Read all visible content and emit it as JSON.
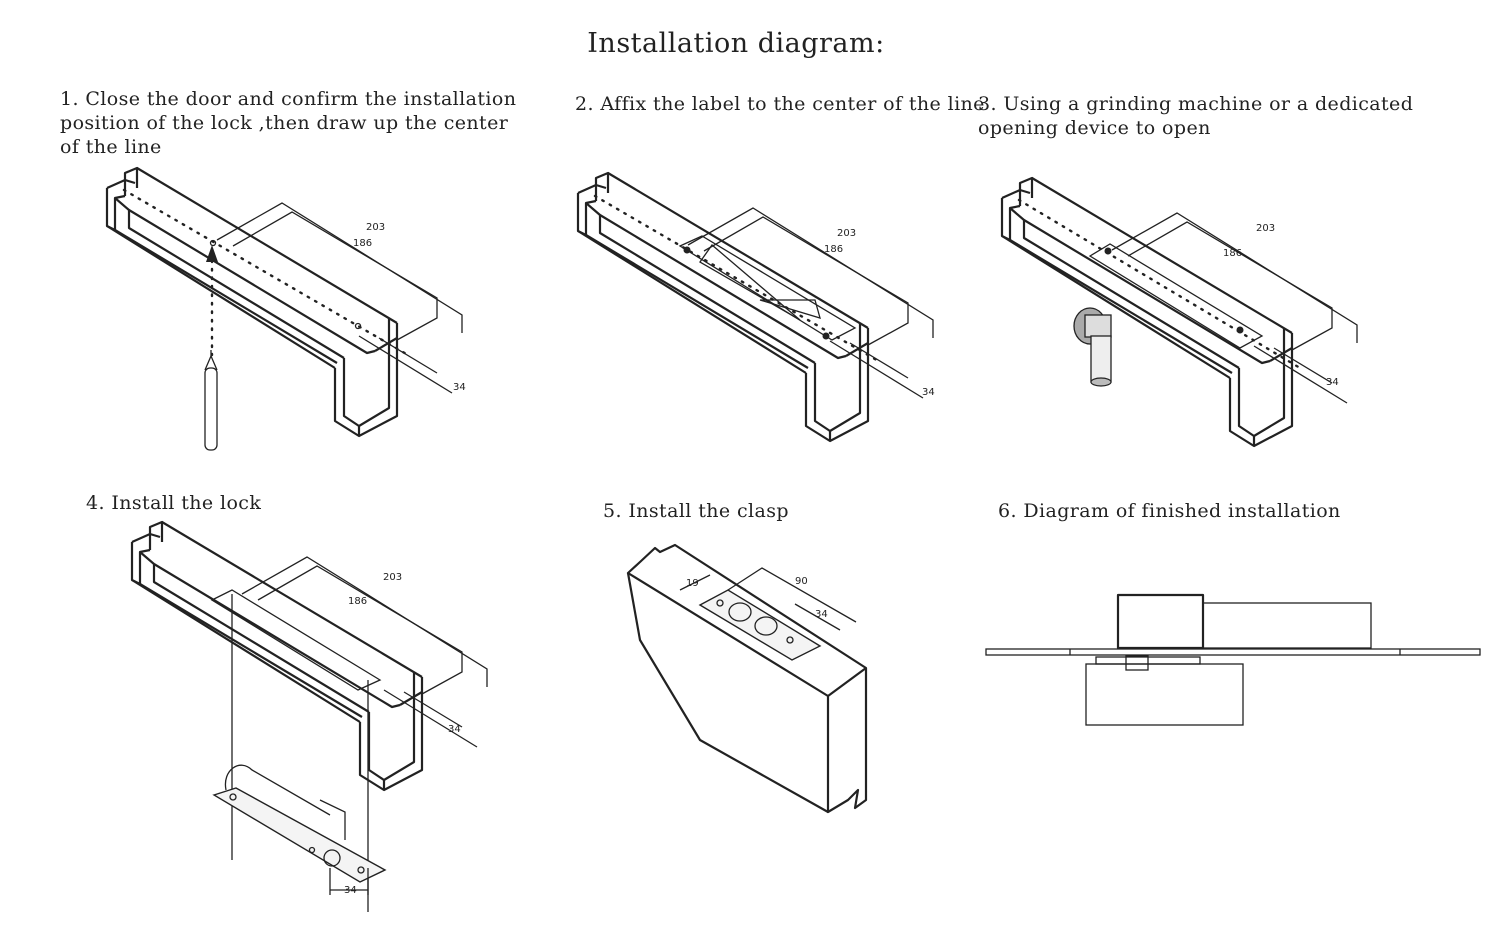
{
  "title": "Installation diagram:",
  "steps": [
    {
      "label": "1. Close the door and confirm  the installation\n   position of the lock ,then draw up the  center\n   of the line"
    },
    {
      "label": "2. Affix the label to the center of the line"
    },
    {
      "label": "3. Using a  grinding machine or a dedicated\n     opening device to open"
    },
    {
      "label": "4. Install the lock"
    },
    {
      "label": "5. Install  the clasp"
    },
    {
      "label": "6. Diagram  of  finished  installation"
    }
  ],
  "dimensions": {
    "length_outer": "203",
    "length_inner": "186",
    "width": "34",
    "clasp_length": "90",
    "clasp_offset": "19",
    "clasp_width": "34"
  }
}
